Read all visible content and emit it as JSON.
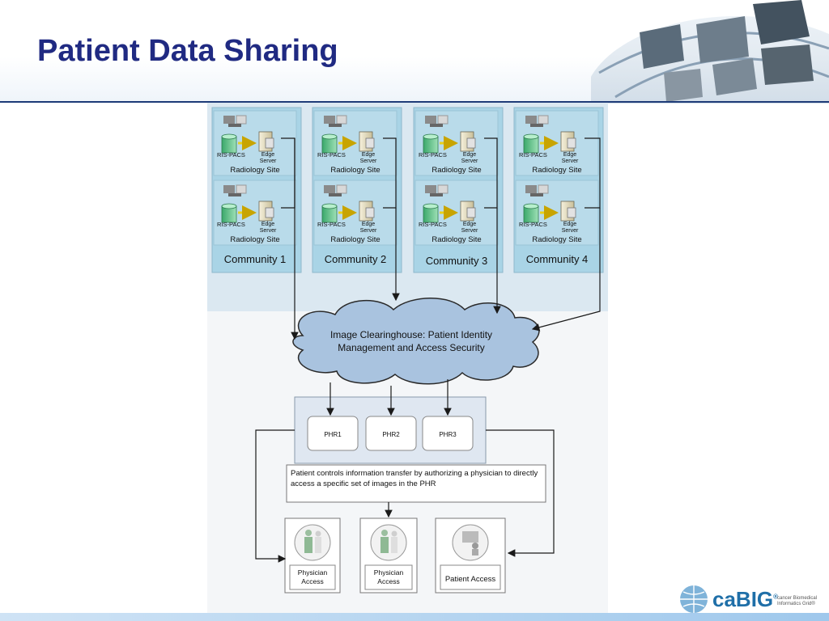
{
  "slide": {
    "title": "Patient Data Sharing"
  },
  "communities": [
    {
      "name": "Community 1",
      "sites": [
        {
          "label": "Radiology Site"
        },
        {
          "label": "Radiology Site"
        }
      ]
    },
    {
      "name": "Community 2",
      "sites": [
        {
          "label": "Radiology Site"
        },
        {
          "label": "Radiology Site"
        }
      ]
    },
    {
      "name": "Community 3",
      "sites": [
        {
          "label": "Radiology Site"
        },
        {
          "label": "Radiology Site"
        }
      ]
    },
    {
      "name": "Community 4",
      "sites": [
        {
          "label": "Radiology Site"
        },
        {
          "label": "Radiology Site"
        }
      ]
    }
  ],
  "site_labels": {
    "ris_pacs": "RIS-PACS",
    "edge_server_line1": "Edge",
    "edge_server_line2": "Server"
  },
  "clearinghouse": {
    "line1": "Image Clearinghouse: Patient Identity",
    "line2": "Management and Access Security"
  },
  "phr": [
    "PHR1",
    "PHR2",
    "PHR3"
  ],
  "note": {
    "line1": "Patient controls information transfer by authorizing a physician to directly",
    "line2": "access a specific set of images in the PHR"
  },
  "access": [
    {
      "line1": "Physician",
      "line2": "Access"
    },
    {
      "line1": "Physician",
      "line2": "Access"
    },
    {
      "line1": "Patient Access",
      "line2": ""
    }
  ],
  "logo": {
    "brand": "caBIG",
    "reg": "®",
    "tagline_line1": "cancer Biomedical",
    "tagline_line2": "Informatics Grid®"
  },
  "colors": {
    "title": "#202a82",
    "community_bg": "#a9d4e6",
    "cloud": "#a9c3df",
    "phr_band": "#dfe7f1",
    "arrow": "#1a1a1a"
  },
  "icons": {
    "database": "database-icon",
    "server": "server-icon",
    "workstation": "workstation-icon",
    "physician": "physician-icon",
    "patient": "patient-workstation-icon",
    "globe": "globe-icon"
  }
}
